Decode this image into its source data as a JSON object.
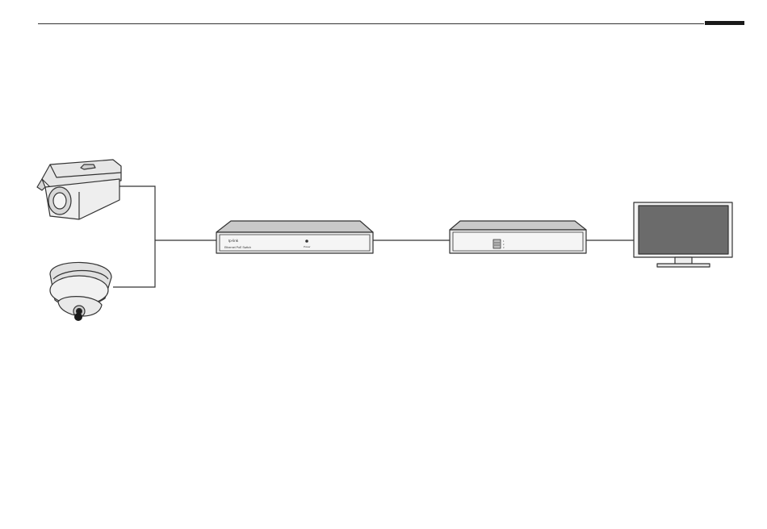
{
  "header": {
    "rule_color": "#333333",
    "tab_color": "#1a1a1a"
  },
  "devices": {
    "bullet_camera": {
      "icon": "bullet-camera-icon"
    },
    "dome_camera": {
      "icon": "dome-camera-icon"
    },
    "poe_switch": {
      "icon": "network-switch-icon",
      "brand": "tp-link",
      "model": "Ethernet PoE Switch",
      "led_label": "Power"
    },
    "nvr": {
      "icon": "nvr-recorder-icon",
      "port_labels": [
        "1",
        "2",
        "3"
      ]
    },
    "monitor": {
      "icon": "monitor-icon"
    }
  },
  "colors": {
    "outline": "#333333",
    "device_fill": "#e6e6e6",
    "device_top": "#c9c9c9",
    "screen": "#6b6b6b",
    "cable": "#333333"
  }
}
